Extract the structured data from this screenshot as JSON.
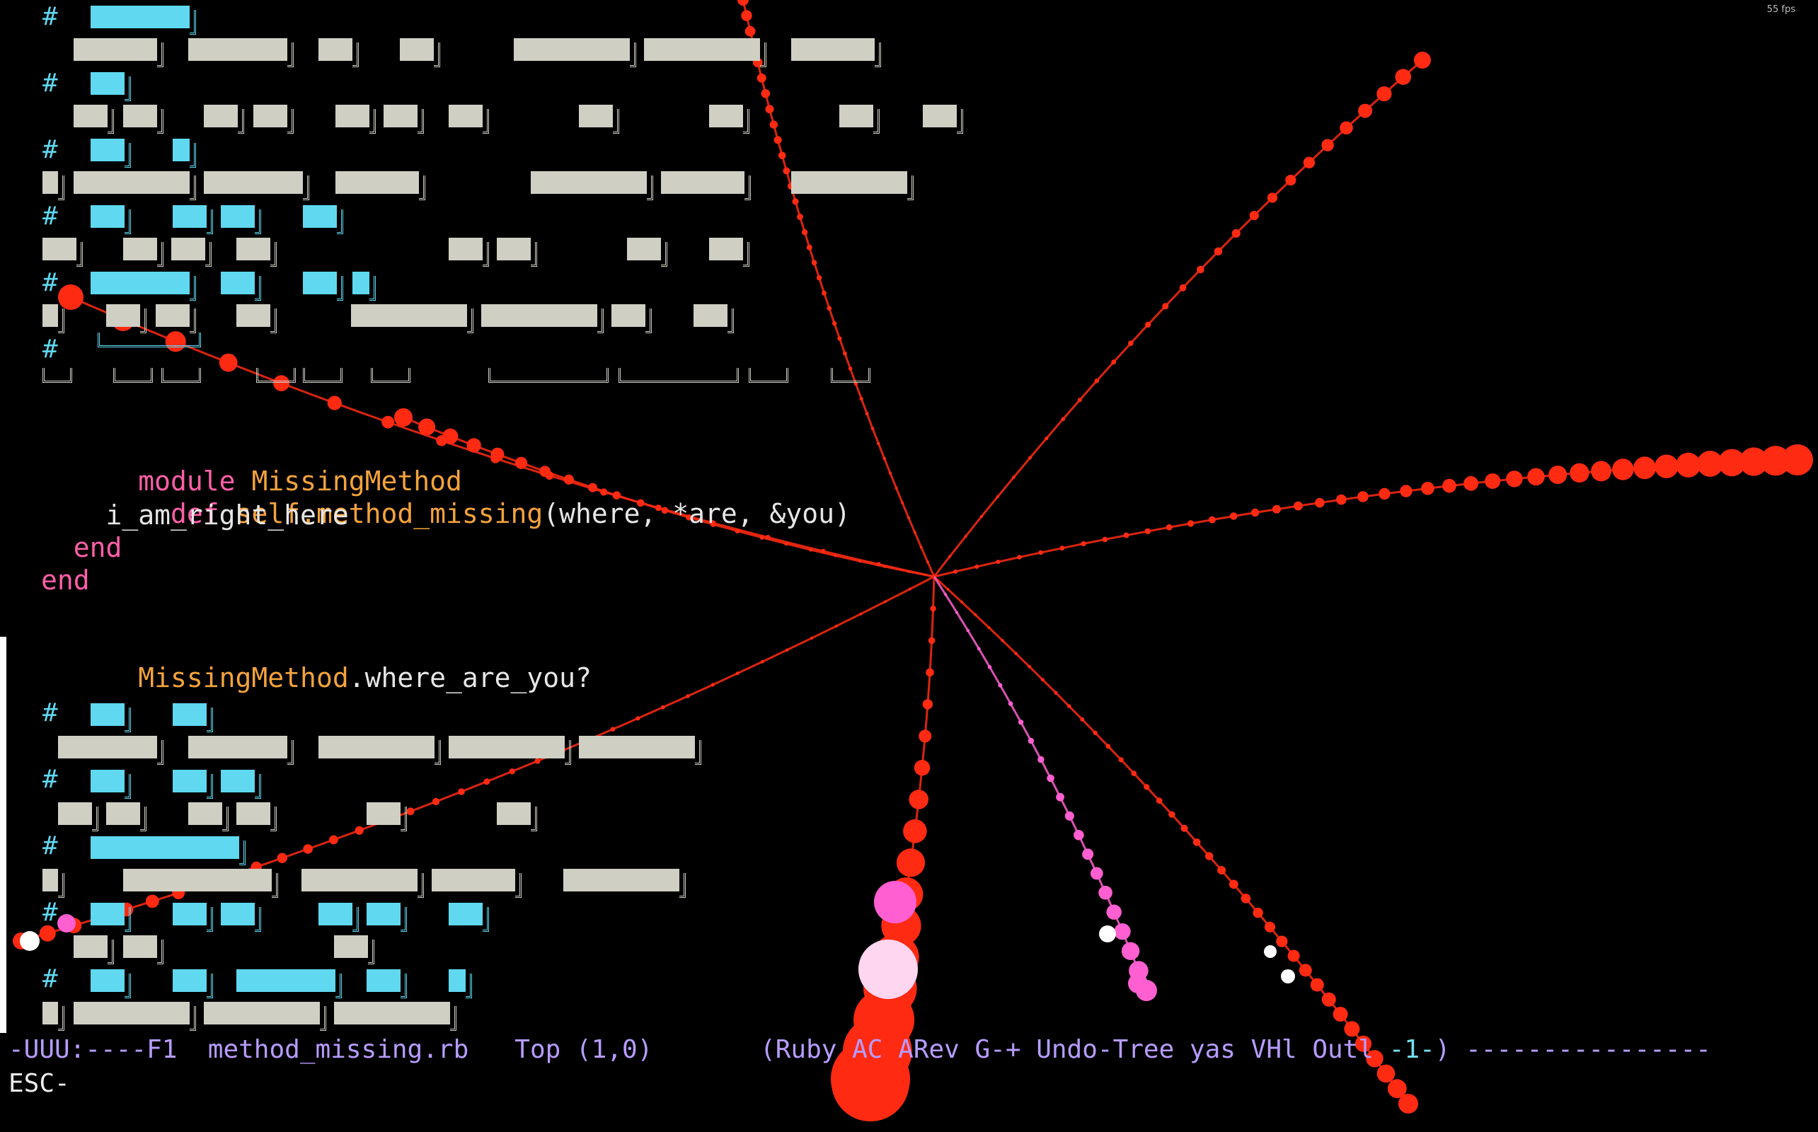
{
  "fps": "55 fps",
  "code": {
    "line1": [
      "module",
      " ",
      "MissingMethod"
    ],
    "line2": [
      "  def",
      " ",
      "self.method_missing",
      "(where, *are, &you)"
    ],
    "line3": "    i_am_right_here",
    "line4": "  end",
    "line5": "end",
    "line6": [
      "MissingMethod",
      ".where_are_you?"
    ]
  },
  "hash_marks": [
    "#",
    "#",
    "#",
    "#",
    "#",
    "#",
    "#",
    "#",
    "#",
    "#",
    "#"
  ],
  "modeline": {
    "state": "-UUU:----F1",
    "file": "method_missing.rb",
    "position": "Top (1,0)",
    "modes_prefix": "(Ruby AC ARev G-+ Undo-Tree yas VHl Outl ",
    "mode_num": "-1-",
    "modes_suffix": ") ----------------"
  },
  "minibuffer": "ESC-",
  "colors": {
    "background": "#000000",
    "keyword": "#ff5fa8",
    "constant": "#f3a33c",
    "text": "#e6e6e6",
    "block_gray": "#cfcfc4",
    "block_cyan": "#5fd8f0",
    "modeline": "#b79cff",
    "particle_red": "#ff2a12",
    "particle_pink": "#ff5fd0"
  }
}
